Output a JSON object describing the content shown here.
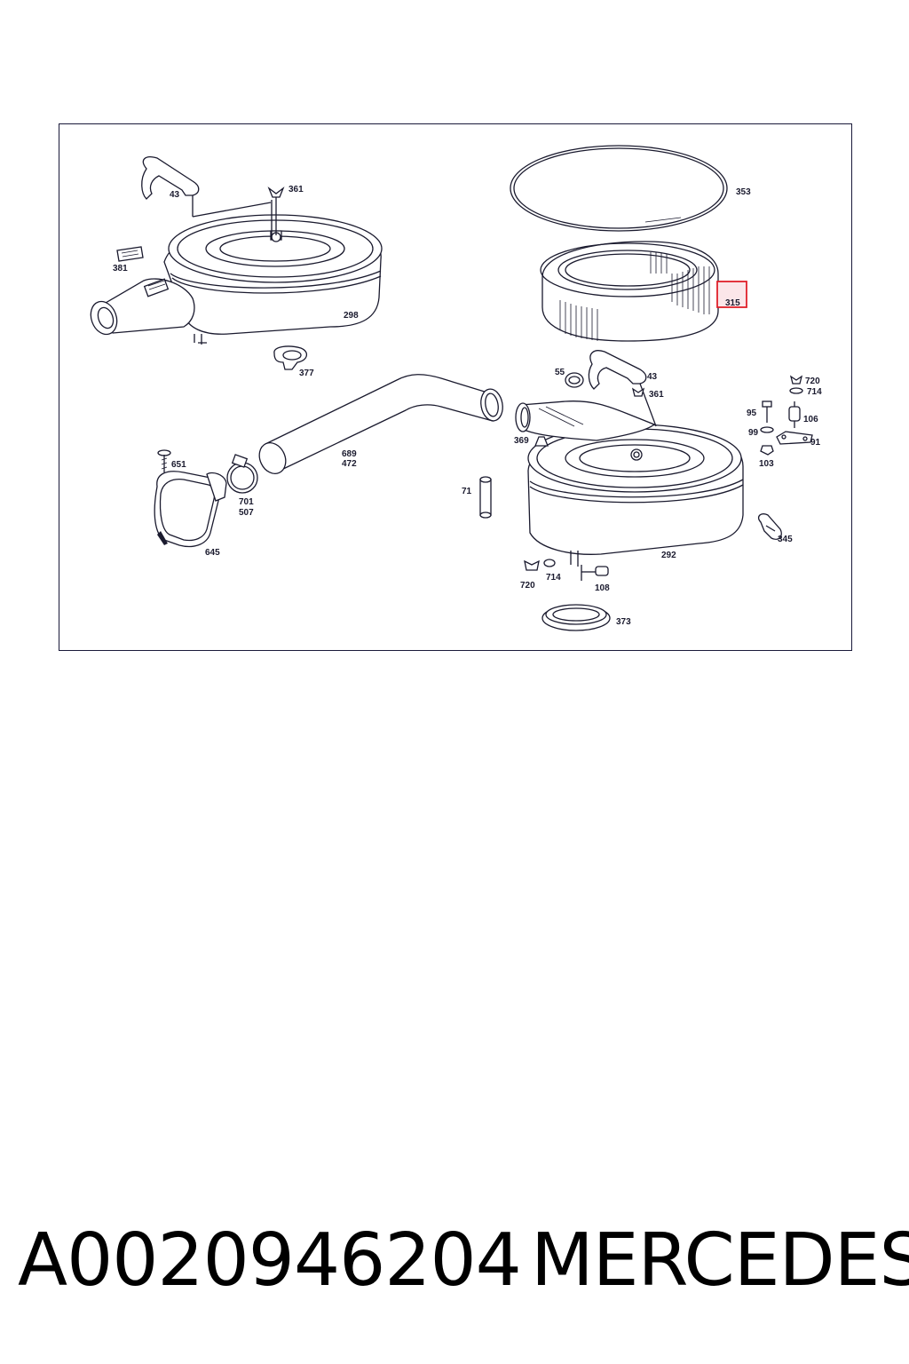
{
  "caption": {
    "part_number": "A0020946204",
    "brand": "MERCEDES"
  },
  "highlight_color": "#e0202a",
  "callouts": {
    "c43a": "43",
    "c361a": "361",
    "c381": "381",
    "c298": "298",
    "c377": "377",
    "c353": "353",
    "c315": "315",
    "c55": "55",
    "c43b": "43",
    "c361b": "361",
    "c720a": "720",
    "c714a": "714",
    "c95": "95",
    "c106": "106",
    "c99": "99",
    "c91": "91",
    "c103": "103",
    "c369": "369",
    "c689": "689",
    "c472": "472",
    "c651": "651",
    "c701": "701",
    "c507": "507",
    "c71": "71",
    "c645": "645",
    "c345": "345",
    "c292": "292",
    "c720b": "720",
    "c714b": "714",
    "c108": "108",
    "c373": "373"
  }
}
